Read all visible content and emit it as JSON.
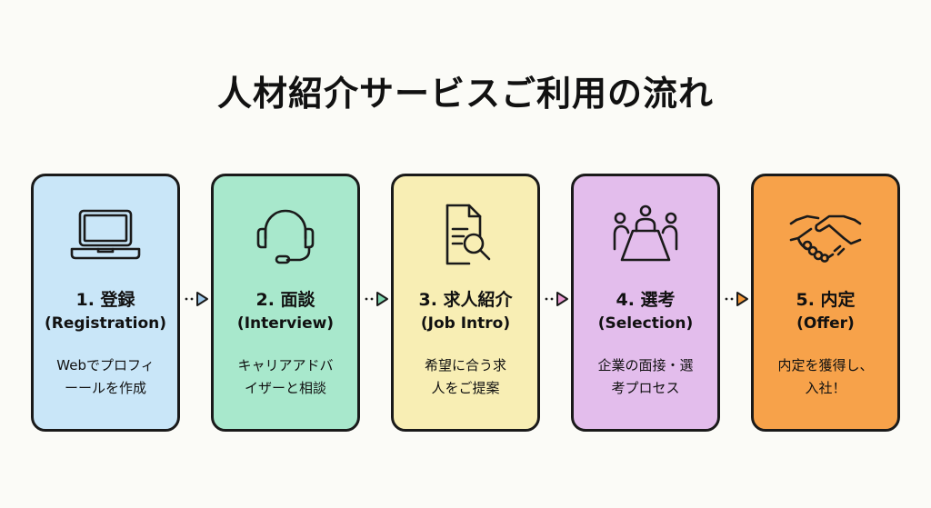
{
  "title": "人材紹介サービスご利用の流れ",
  "steps": [
    {
      "title": "1. 登録",
      "subtitle": "(Registration)",
      "description": "Webでプロフィ\nーールを作成",
      "icon": "laptop-icon",
      "color": "#c9e6f8"
    },
    {
      "title": "2. 面談",
      "subtitle": "(Interview)",
      "description": "キャリアアドバ\nイザーと相談",
      "icon": "headset-icon",
      "color": "#a8e8cc"
    },
    {
      "title": "3. 求人紹介",
      "subtitle": "(Job Intro)",
      "description": "希望に合う求\n人をご提案",
      "icon": "document-search-icon",
      "color": "#f8eeb4"
    },
    {
      "title": "4. 選考",
      "subtitle": "(Selection)",
      "description": "企業の面接・選\n考プロセス",
      "icon": "meeting-icon",
      "color": "#e3bdec"
    },
    {
      "title": "5. 内定",
      "subtitle": "(Offer)",
      "description": "内定を獲得し、\n入社！",
      "icon": "handshake-icon",
      "color": "#f7a24a"
    }
  ],
  "connectors": [
    {
      "color": "#9fc9ea"
    },
    {
      "color": "#7fd6b0"
    },
    {
      "color": "#e99bd2"
    },
    {
      "color": "#f59a3a"
    }
  ],
  "colors": {
    "border": "#1a1a1a",
    "background": "#fbfbf7"
  }
}
